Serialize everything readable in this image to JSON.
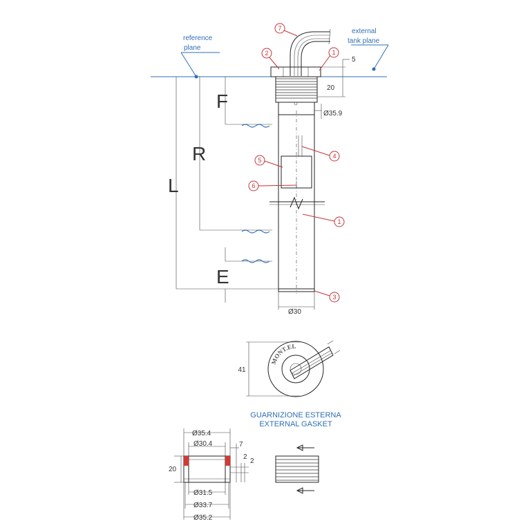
{
  "labels": {
    "reference_plane_1": "reference",
    "reference_plane_2": "plane",
    "external_tank_plane_1": "external",
    "external_tank_plane_2": "tank plane"
  },
  "callouts": {
    "c7": "7",
    "c2": "2",
    "c1_top": "1",
    "c4": "4",
    "c5": "5",
    "c6": "6",
    "c1_mid": "1",
    "c3": "3"
  },
  "levels": {
    "F": "F",
    "R": "R",
    "L": "L",
    "E": "E"
  },
  "dimensions": {
    "gap_5": "5",
    "height_20": "20",
    "dia_35_9": "Ø35.9",
    "dia_30": "Ø30",
    "dia_41": "41",
    "g_dia_35_4": "Ø35.4",
    "g_dia_30_4": "Ø30.4",
    "g_7": "7",
    "g_2a": "2",
    "g_2b": "2",
    "g_20": "20",
    "g_dia_31_5": "Ø31.5",
    "g_dia_33_7": "Ø33.7",
    "g_dia_35_2": "Ø35.2"
  },
  "gasket_caption": {
    "line1": "GUARNIZIONE ESTERNA",
    "line2": "EXTERNAL GASKET"
  },
  "logo_text": "MONT.EL",
  "colors": {
    "callout": "#c4333a",
    "plane": "#2f6fb5",
    "seal": "#d33a35"
  }
}
